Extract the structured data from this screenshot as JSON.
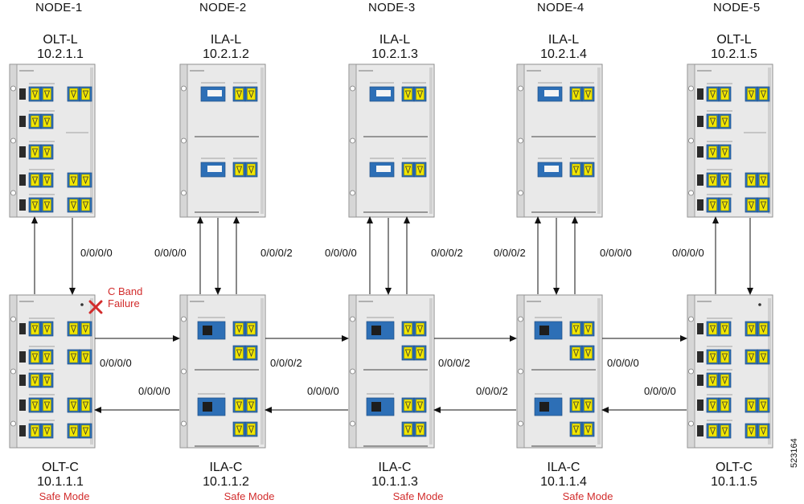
{
  "nodes": [
    {
      "name": "NODE-1",
      "top_role": "OLT-L",
      "top_ip": "10.2.1.1",
      "bottom_role": "OLT-C",
      "bottom_ip": "10.1.1.1",
      "status": "Safe Mode"
    },
    {
      "name": "NODE-2",
      "top_role": "ILA-L",
      "top_ip": "10.2.1.2",
      "bottom_role": "ILA-C",
      "bottom_ip": "10.1.1.2",
      "status": "Safe Mode"
    },
    {
      "name": "NODE-3",
      "top_role": "ILA-L",
      "top_ip": "10.2.1.3",
      "bottom_role": "ILA-C",
      "bottom_ip": "10.1.1.3",
      "status": "Safe Mode"
    },
    {
      "name": "NODE-4",
      "top_role": "ILA-L",
      "top_ip": "10.2.1.4",
      "bottom_role": "ILA-C",
      "bottom_ip": "10.1.1.4",
      "status": "Safe Mode"
    },
    {
      "name": "NODE-5",
      "top_role": "OLT-L",
      "top_ip": "10.2.1.5",
      "bottom_role": "OLT-C",
      "bottom_ip": "10.1.1.5",
      "status": ""
    }
  ],
  "vertical_ports": [
    "0/0/0/0",
    "0/0/0/0",
    "0/0/0/2",
    "0/0/0/0",
    "0/0/0/2",
    "0/0/0/2",
    "0/0/0/0",
    "0/0/0/0"
  ],
  "horizontal_ports": [
    "0/0/0/0",
    "0/0/0/0",
    "0/0/0/2",
    "0/0/0/0",
    "0/0/0/2",
    "0/0/0/2",
    "0/0/0/0",
    "0/0/0/0"
  ],
  "failure": {
    "line1": "C Band",
    "line2": "Failure"
  },
  "figure_id": "523164",
  "colors": {
    "accent_red": "#d22c2c",
    "port_blue": "#2d6fb6",
    "port_yellow": "#f1e600",
    "chassis": "#e9e9e9"
  }
}
